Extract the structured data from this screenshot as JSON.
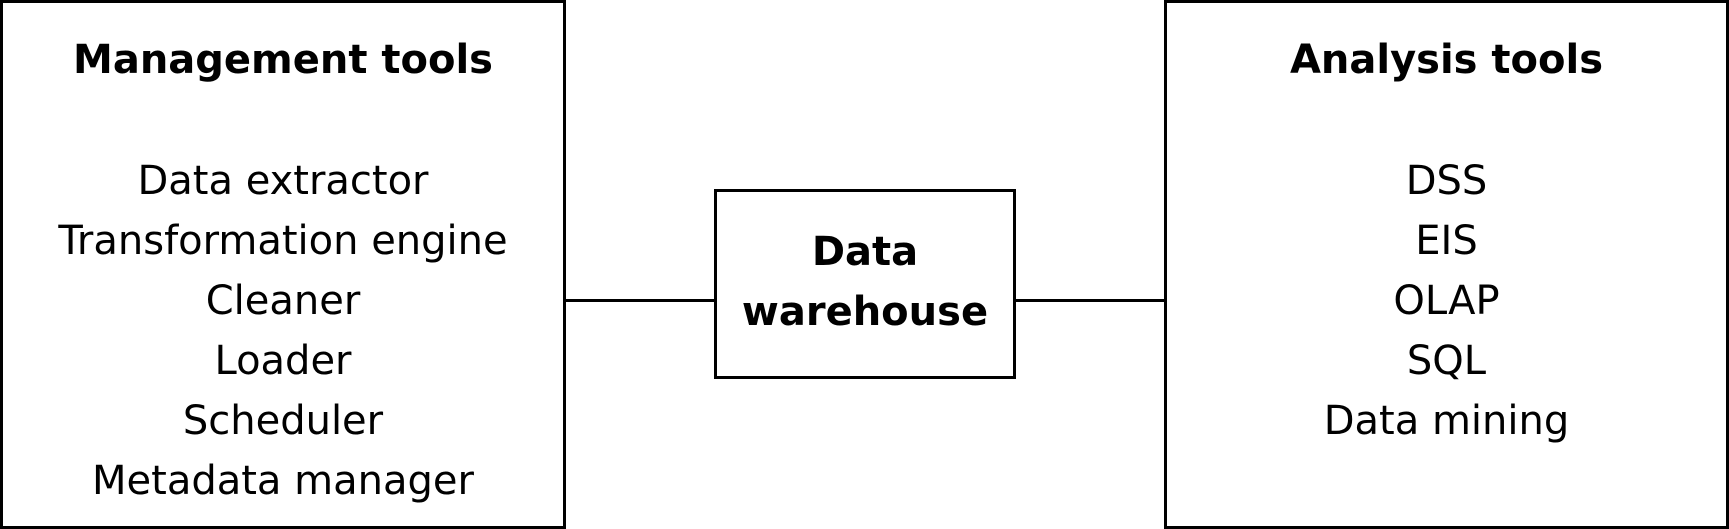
{
  "management": {
    "title": "Management tools",
    "items": [
      "Data extractor",
      "Transformation engine",
      "Cleaner",
      "Loader",
      "Scheduler",
      "Metadata manager"
    ]
  },
  "warehouse": {
    "line1": "Data",
    "line2": "warehouse"
  },
  "analysis": {
    "title": "Analysis tools",
    "items": [
      "DSS",
      "EIS",
      "OLAP",
      "SQL",
      "Data mining"
    ]
  }
}
